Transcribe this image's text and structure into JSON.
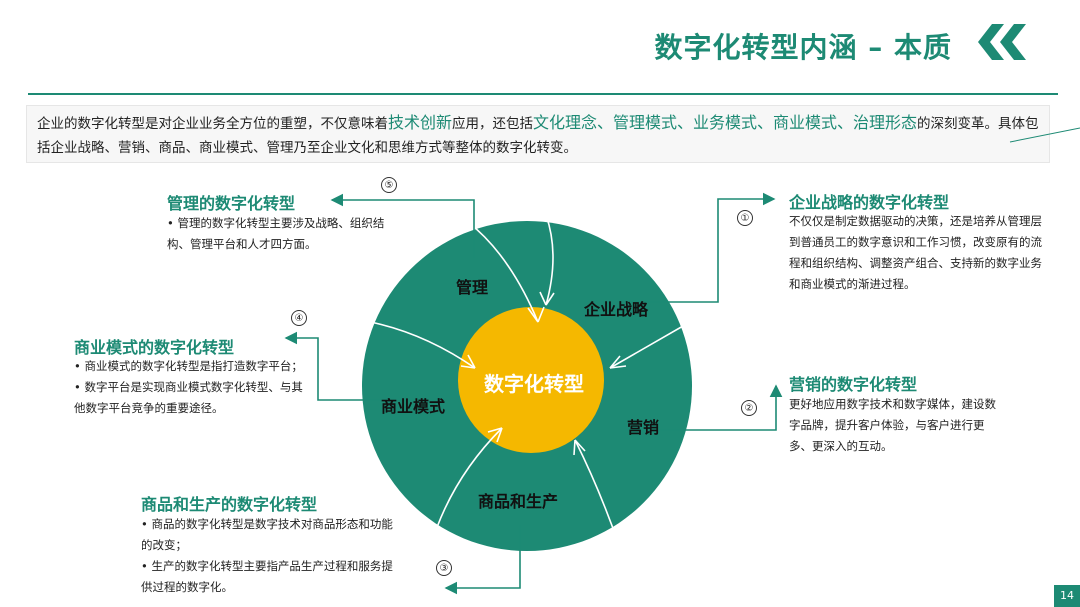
{
  "header": {
    "title": "数字化转型内涵 – 本质",
    "chevron_icon": "double-chevron-left-icon",
    "accent_color": "#1d8a74"
  },
  "intro": {
    "p1": "企业的数字化转型是对企业业务全方位的重塑，不仅意味着",
    "h1": "技术创新",
    "p2": "应用，还包括",
    "h2": "文化理念、管理模式、业务模式、商业模式、治理形态",
    "p3": "的深刻变革。具体包括企业战略、营销、商品、商业模式、管理乃至企业文化和思维方式等整体的数字化转变。"
  },
  "diagram": {
    "center": "数字化转型",
    "segments": {
      "management": "管理",
      "strategy": "企业战略",
      "business_model": "商业模式",
      "marketing": "营销",
      "product": "商品和生产"
    },
    "ring_color": "#1d8a74",
    "core_color": "#f5b800"
  },
  "callouts": {
    "strategy": {
      "num": "①",
      "title": "企业战略的数字化转型",
      "body": "不仅仅是制定数据驱动的决策，还是培养从管理层到普通员工的数字意识和工作习惯，改变原有的流程和组织结构、调整资产组合、支持新的数字业务和商业模式的渐进过程。"
    },
    "marketing": {
      "num": "②",
      "title": "营销的数字化转型",
      "body": "更好地应用数字技术和数字媒体，建设数字品牌，提升客户体验，与客户进行更多、更深入的互动。"
    },
    "product": {
      "num": "③",
      "title": "商品和生产的数字化转型",
      "b1": "• 商品的数字化转型是数字技术对商品形态和功能的改变；",
      "b2": "• 生产的数字化转型主要指产品生产过程和服务提供过程的数字化。"
    },
    "business_model": {
      "num": "④",
      "title": "商业模式的数字化转型",
      "b1": "• 商业模式的数字化转型是指打造数字平台；",
      "b2": "• 数字平台是实现商业模式数字化转型、与其他数字平台竞争的重要途径。"
    },
    "management": {
      "num": "⑤",
      "title": "管理的数字化转型",
      "b1": "• 管理的数字化转型主要涉及战略、组织结构、管理平台和人才四方面。"
    }
  },
  "page_number": "14"
}
